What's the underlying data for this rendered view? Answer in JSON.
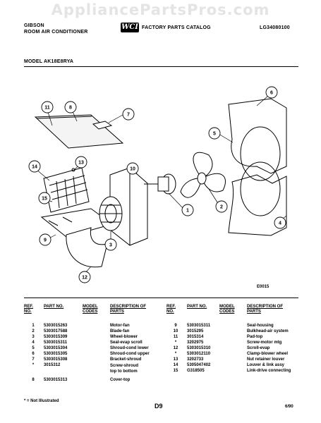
{
  "watermark": "AppliancePartsPros.com",
  "header": {
    "brand": "GIBSON",
    "product": "ROOM AIR CONDITIONER",
    "logo": "WCI",
    "catalog": "FACTORY PARTS CATALOG",
    "catalog_id": "LG34080100",
    "model": "MODEL AK18E8RYA"
  },
  "diagram": {
    "figure_id": "E0015",
    "callouts": [
      "1",
      "2",
      "3",
      "4",
      "5",
      "6",
      "7",
      "8",
      "9",
      "10",
      "11",
      "12",
      "13",
      "14",
      "15"
    ]
  },
  "columns": {
    "ref_no": "REF. NO.",
    "part_no": "PART NO.",
    "model_codes": "MODEL CODES",
    "description": "DESCRIPTION OF PARTS"
  },
  "parts_left": [
    {
      "ref": "1",
      "part": "5303015263",
      "desc": "Motor-fan"
    },
    {
      "ref": "2",
      "part": "5303017588",
      "desc": "Blade-fan"
    },
    {
      "ref": "3",
      "part": "5303015309",
      "desc": "Wheel-blower"
    },
    {
      "ref": "4",
      "part": "5303015311",
      "desc": "Seal-evap scroll"
    },
    {
      "ref": "5",
      "part": "5303015304",
      "desc": "Shroud-cond lower"
    },
    {
      "ref": "6",
      "part": "5303015305",
      "desc": "Shroud-cond upper"
    },
    {
      "ref": "7",
      "part": "5303015308",
      "desc": "Bracket-shroud"
    },
    {
      "ref": "*",
      "part": "3015312",
      "desc": "Screw-shroud top to bottom"
    },
    {
      "ref": "8",
      "part": "5303015313",
      "desc": "Cover-top"
    }
  ],
  "parts_right": [
    {
      "ref": "9",
      "part": "5303015311",
      "desc": "Seal-housing"
    },
    {
      "ref": "10",
      "part": "3015295",
      "desc": "Bulkhead-air system"
    },
    {
      "ref": "11",
      "part": "3015314",
      "desc": "Pad-top"
    },
    {
      "ref": "*",
      "part": "3202975",
      "desc": "Screw-motor mtg"
    },
    {
      "ref": "12",
      "part": "5303015310",
      "desc": "Scroll-evap"
    },
    {
      "ref": "*",
      "part": "5303012110",
      "desc": "Clamp-blower wheel"
    },
    {
      "ref": "13",
      "part": "3202733",
      "desc": "Nut retainer louver"
    },
    {
      "ref": "14",
      "part": "5305047402",
      "desc": "Louver & link assy"
    },
    {
      "ref": "15",
      "part": "G318505",
      "desc": "Link-drive connecting"
    }
  ],
  "footer": {
    "note": "* = Not Illustrated",
    "page": "D9",
    "date": "6/90"
  }
}
